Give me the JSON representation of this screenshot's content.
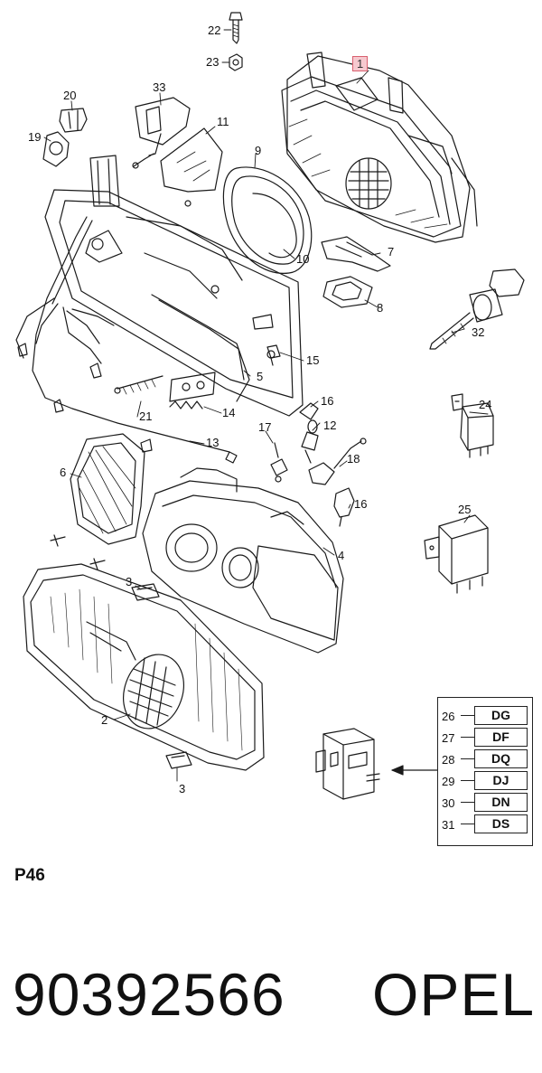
{
  "diagram": {
    "callouts": [
      "1",
      "2",
      "3",
      "3",
      "4",
      "5",
      "6",
      "7",
      "8",
      "9",
      "10",
      "11",
      "12",
      "13",
      "14",
      "15",
      "16",
      "16",
      "17",
      "18",
      "19",
      "20",
      "21",
      "22",
      "23",
      "24",
      "25",
      "32",
      "33"
    ],
    "highlighted_callout": "1"
  },
  "code_table": {
    "rows": [
      {
        "number": "26",
        "code": "DG"
      },
      {
        "number": "27",
        "code": "DF"
      },
      {
        "number": "28",
        "code": "DQ"
      },
      {
        "number": "29",
        "code": "DJ"
      },
      {
        "number": "30",
        "code": "DN"
      },
      {
        "number": "31",
        "code": "DS"
      }
    ]
  },
  "plate": {
    "label": "P46"
  },
  "footer": {
    "part_number": "90392566",
    "brand": "OPEL"
  }
}
